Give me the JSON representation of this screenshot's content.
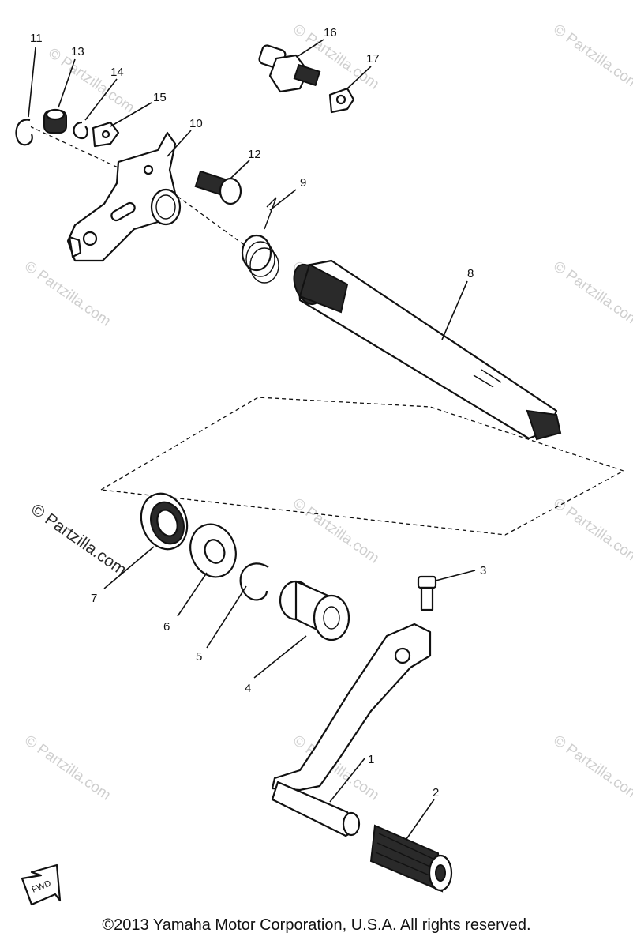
{
  "callouts": [
    "1",
    "2",
    "3",
    "4",
    "5",
    "6",
    "7",
    "8",
    "9",
    "10",
    "11",
    "12",
    "13",
    "14",
    "15",
    "16",
    "17"
  ],
  "watermark": "© Partzilla.com",
  "fwd_label": "FWD",
  "copyright": "©2013 Yamaha Motor Corporation, U.S.A. All rights reserved."
}
